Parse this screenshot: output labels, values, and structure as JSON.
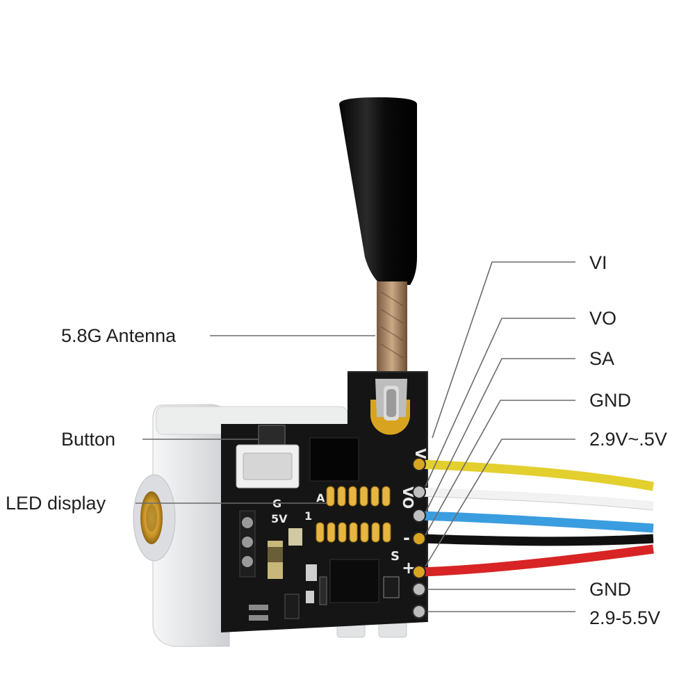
{
  "labels": {
    "antenna": "5.8G Antenna",
    "button": "Button",
    "led_display": "LED display",
    "vi": "VI",
    "vo": "VO",
    "sa": "SA",
    "gnd_top": "GND",
    "power_top": "2.9V~.5V",
    "gnd_bottom": "GND",
    "power_bottom": "2.9-5.5V"
  },
  "silkscreen": {
    "vi": "VI",
    "vo": "VO",
    "minus": "-",
    "plus": "+",
    "s": "S",
    "a": "A",
    "one": "1",
    "five_v": "5V",
    "g": "G"
  },
  "colors": {
    "pcb": "#141414",
    "housing": "#e9eaec",
    "cable": "#0c0c0c",
    "gold": "#d9a520",
    "wire_yellow": "#e3cf2e",
    "wire_white": "#f2f2f2",
    "wire_blue": "#3a9de0",
    "wire_black": "#101010",
    "wire_red": "#d82424"
  }
}
